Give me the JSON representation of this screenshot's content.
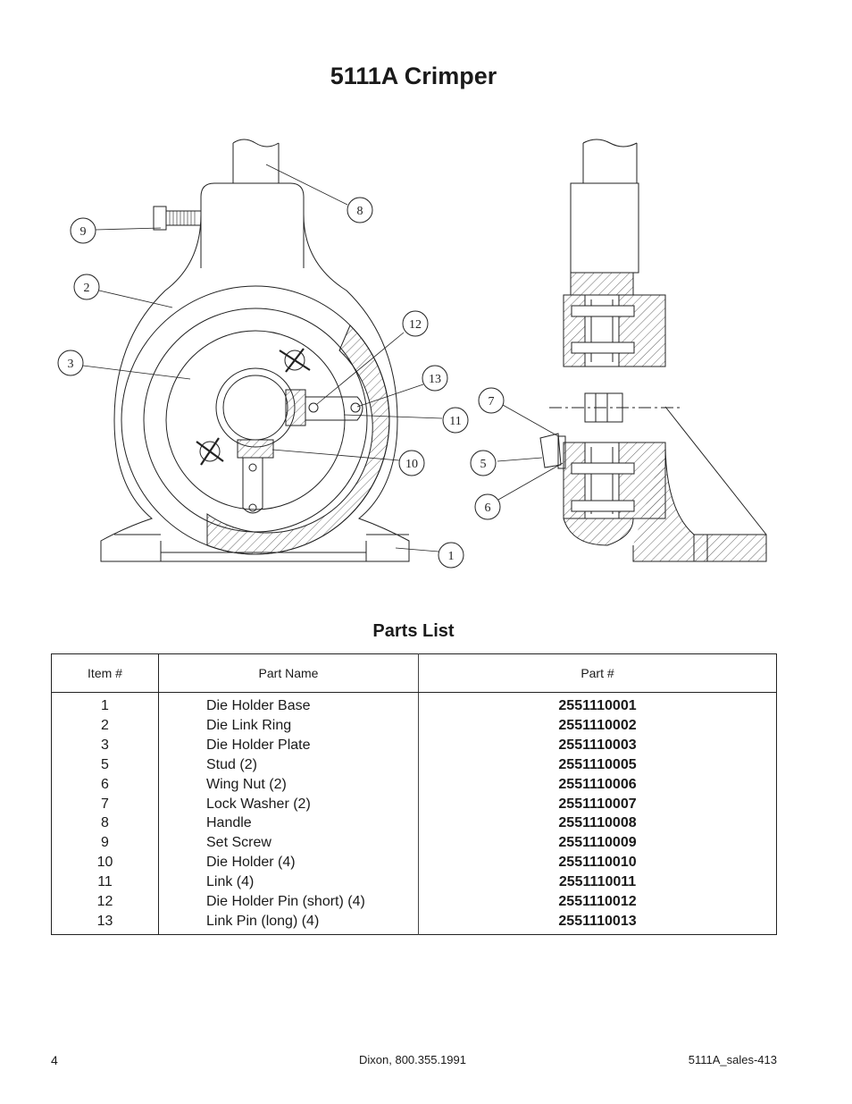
{
  "page": {
    "title": "5111A Crimper",
    "parts_title": "Parts List",
    "page_number": "4",
    "footer_center": "Dixon, 800.355.1991",
    "footer_right": "5111A_sales-413"
  },
  "table": {
    "headers": {
      "item": "Item #",
      "name": "Part Name",
      "part": "Part #"
    },
    "rows": [
      {
        "item": "1",
        "name": "Die Holder Base",
        "part": "2551110001"
      },
      {
        "item": "2",
        "name": "Die Link Ring",
        "part": "2551110002"
      },
      {
        "item": "3",
        "name": "Die Holder Plate",
        "part": "2551110003"
      },
      {
        "item": "5",
        "name": "Stud (2)",
        "part": "2551110005"
      },
      {
        "item": "6",
        "name": "Wing Nut (2)",
        "part": "2551110006"
      },
      {
        "item": "7",
        "name": "Lock Washer (2)",
        "part": "2551110007"
      },
      {
        "item": "8",
        "name": "Handle",
        "part": "2551110008"
      },
      {
        "item": "9",
        "name": "Set Screw",
        "part": "2551110009"
      },
      {
        "item": "10",
        "name": "Die Holder (4)",
        "part": "2551110010"
      },
      {
        "item": "11",
        "name": "Link (4)",
        "part": "2551110011"
      },
      {
        "item": "12",
        "name": "Die Holder Pin (short) (4)",
        "part": "2551110012"
      },
      {
        "item": "13",
        "name": "Link Pin (long) (4)",
        "part": "2551110013"
      }
    ]
  },
  "callouts": [
    "8",
    "9",
    "2",
    "3",
    "12",
    "13",
    "11",
    "10",
    "1",
    "7",
    "5",
    "6"
  ]
}
